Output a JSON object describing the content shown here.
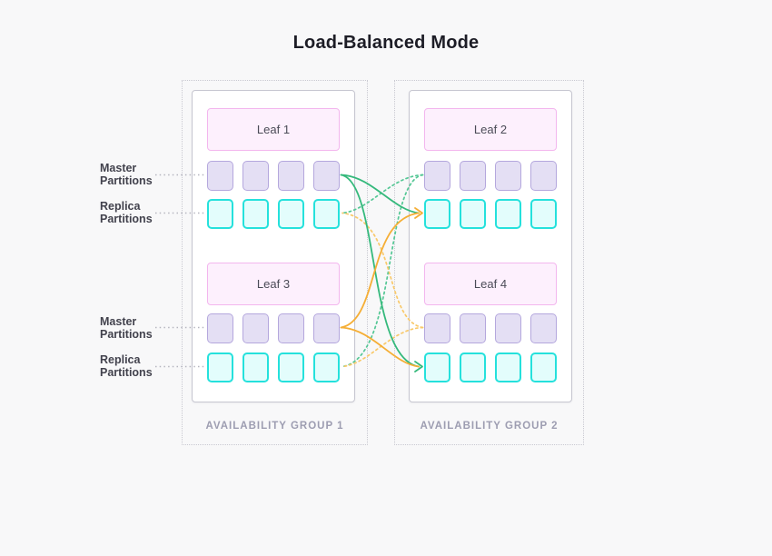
{
  "title": "Load-Balanced Mode",
  "groups": [
    {
      "label": "AVAILABILITY GROUP 1",
      "leaves": [
        {
          "name": "Leaf 1"
        },
        {
          "name": "Leaf 3"
        }
      ]
    },
    {
      "label": "AVAILABILITY GROUP 2",
      "leaves": [
        {
          "name": "Leaf 2"
        },
        {
          "name": "Leaf 4"
        }
      ]
    }
  ],
  "partition_labels": {
    "master": "Master Partitions",
    "replica": "Replica Partitions"
  },
  "partitions_per_row": 4,
  "edges": [
    {
      "from": "leaf-1-master",
      "to": "leaf-2-replica",
      "style": "solid",
      "color": "green",
      "arrow": true
    },
    {
      "from": "leaf-1-master",
      "to": "leaf-4-replica",
      "style": "solid",
      "color": "green",
      "arrow": true
    },
    {
      "from": "leaf-3-master",
      "to": "leaf-2-replica",
      "style": "solid",
      "color": "orange",
      "arrow": true
    },
    {
      "from": "leaf-3-master",
      "to": "leaf-4-replica",
      "style": "solid",
      "color": "orange",
      "arrow": true
    },
    {
      "from": "leaf-2-master",
      "to": "leaf-1-replica",
      "style": "dotted",
      "color": "green",
      "arrow": false
    },
    {
      "from": "leaf-2-master",
      "to": "leaf-3-replica",
      "style": "dotted",
      "color": "green",
      "arrow": false
    },
    {
      "from": "leaf-4-master",
      "to": "leaf-1-replica",
      "style": "dotted",
      "color": "orange",
      "arrow": false
    },
    {
      "from": "leaf-4-master",
      "to": "leaf-3-replica",
      "style": "dotted",
      "color": "orange",
      "arrow": false
    }
  ],
  "colors": {
    "background": "#f8f8f9",
    "title_text": "#1d1d26",
    "group_border": "#c9c9d1",
    "group_label_text": "#9d9db1",
    "card_border": "#c6c6d0",
    "leaf_fill": "#fdf0fd",
    "leaf_border": "#f3b6ee",
    "master_fill": "#e4dff4",
    "master_border": "#b4a7dd",
    "replica_fill": "#e3fdfc",
    "replica_border": "#25e1dc",
    "solid_green": "#35b97c",
    "dotted_green": "#55c795",
    "solid_orange": "#f5ae35",
    "dotted_orange": "#f9c96a",
    "leader_dots": "#b5b5bf",
    "side_label_text": "#42424d"
  }
}
